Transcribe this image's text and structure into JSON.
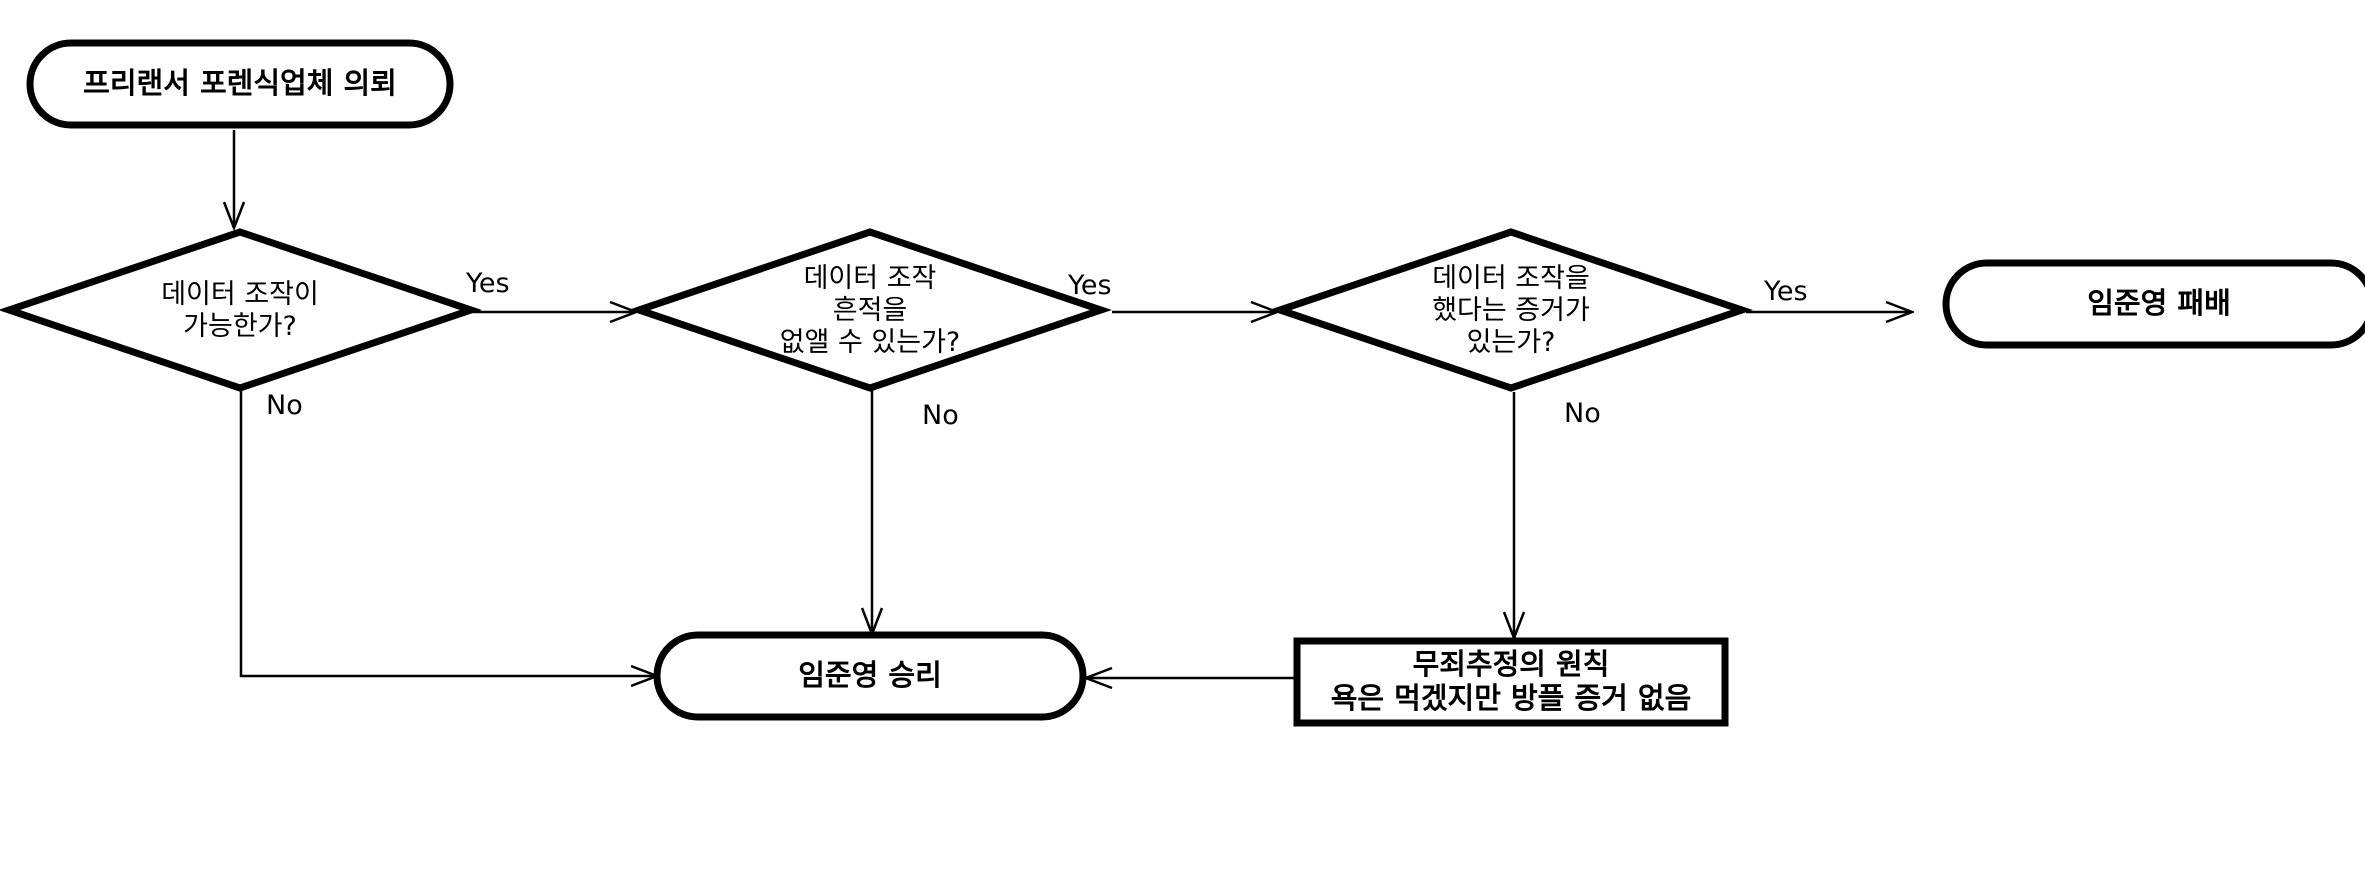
{
  "diagram": {
    "type": "flowchart",
    "nodes": [
      {
        "id": "start",
        "kind": "terminal",
        "lines": [
          "프리랜서 포렌식업체 의뢰"
        ]
      },
      {
        "id": "q1",
        "kind": "decision",
        "lines": [
          "데이터 조작이",
          "가능한가?"
        ]
      },
      {
        "id": "q2",
        "kind": "decision",
        "lines": [
          "데이터 조작",
          "흔적을",
          "없앨 수 있는가?"
        ]
      },
      {
        "id": "q3",
        "kind": "decision",
        "lines": [
          "데이터 조작을",
          "했다는 증거가",
          "있는가?"
        ]
      },
      {
        "id": "lose",
        "kind": "terminal",
        "lines": [
          "임준영 패배"
        ]
      },
      {
        "id": "win",
        "kind": "terminal",
        "lines": [
          "임준영 승리"
        ]
      },
      {
        "id": "presume",
        "kind": "process",
        "lines": [
          "무죄추정의 원칙",
          "욕은 먹겠지만 방플 증거 없음"
        ]
      }
    ],
    "edges": [
      {
        "from": "start",
        "to": "q1",
        "label": ""
      },
      {
        "from": "q1",
        "to": "q2",
        "label": "Yes"
      },
      {
        "from": "q1",
        "to": "win",
        "label": "No"
      },
      {
        "from": "q2",
        "to": "q3",
        "label": "Yes"
      },
      {
        "from": "q2",
        "to": "win",
        "label": "No"
      },
      {
        "from": "q3",
        "to": "lose",
        "label": "Yes"
      },
      {
        "from": "q3",
        "to": "presume",
        "label": "No"
      },
      {
        "from": "presume",
        "to": "win",
        "label": ""
      }
    ]
  }
}
